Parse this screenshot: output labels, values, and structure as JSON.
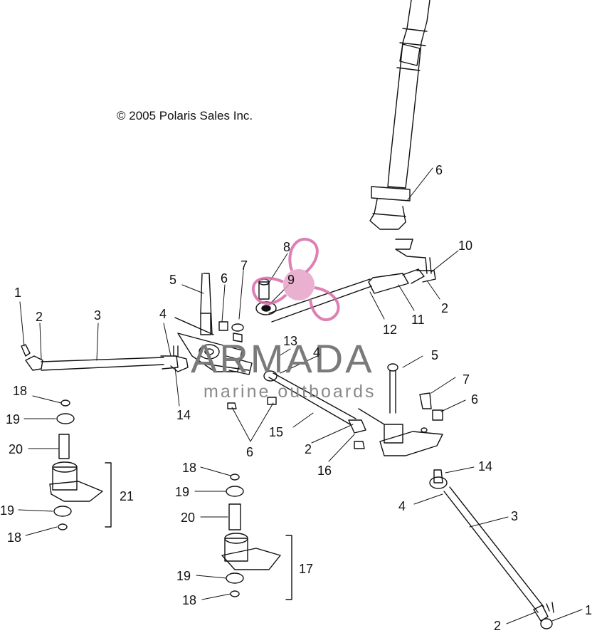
{
  "copyright": "© 2005 Polaris Sales Inc.",
  "watermark": {
    "title": "ARMADA",
    "subtitle": "marine outboards",
    "accent": "#d86aa8"
  },
  "callouts": [
    "1",
    "2",
    "3",
    "4",
    "5",
    "6",
    "7",
    "8",
    "9",
    "10",
    "11",
    "12",
    "13",
    "14",
    "15",
    "16",
    "17",
    "18",
    "19",
    "20",
    "21"
  ]
}
